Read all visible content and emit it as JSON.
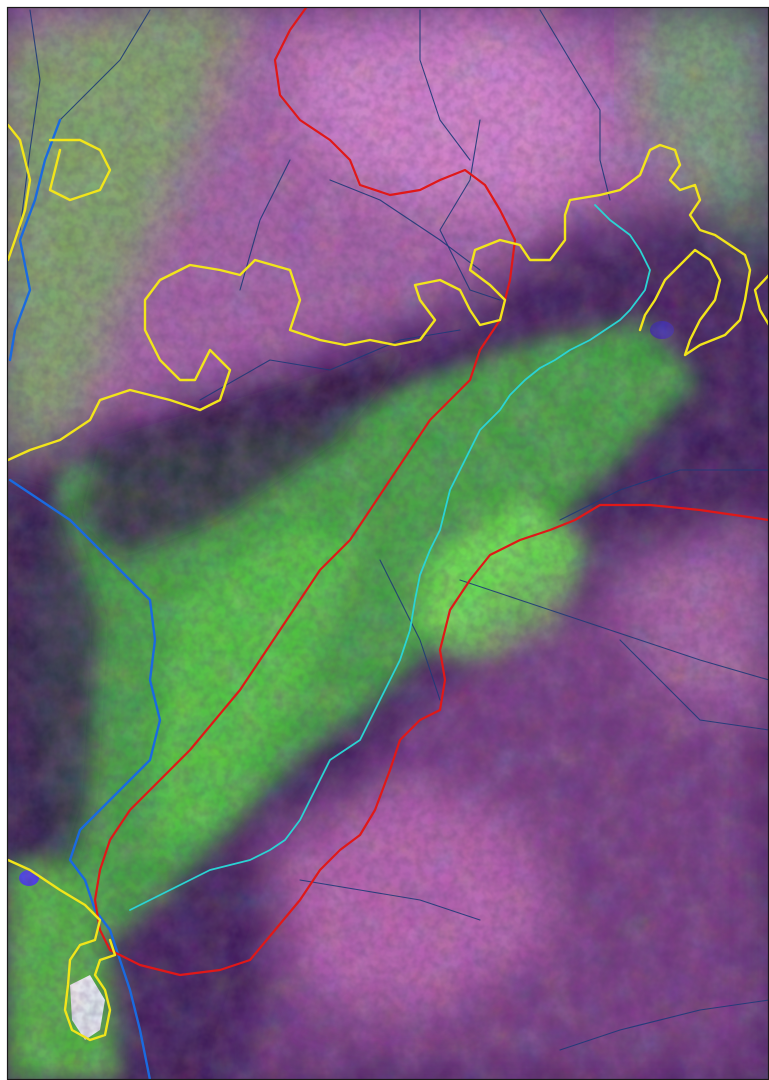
{
  "map": {
    "type": "false-color satellite image",
    "legend": "none",
    "labels": "none",
    "colors": {
      "vegetation_green": "#4fd13a",
      "wetland_purple": "#3a1856",
      "pink_clearing": "#d86bc8",
      "boundary_red": "#e01818",
      "boundary_yellow": "#f2e51a",
      "river_cyan": "#2ad4d4",
      "river_blue": "#1a6ae0",
      "stream_navy": "#1e3a78"
    },
    "line_layers": [
      {
        "name": "red-boundary",
        "color": "#e01818",
        "style": "solid"
      },
      {
        "name": "yellow-boundary",
        "color": "#f2e51a",
        "style": "solid"
      },
      {
        "name": "cyan-river",
        "color": "#2ad4d4",
        "style": "meandering"
      },
      {
        "name": "blue-river",
        "color": "#1a6ae0",
        "style": "solid"
      },
      {
        "name": "navy-streams",
        "color": "#1e3a78",
        "style": "thin"
      }
    ]
  }
}
